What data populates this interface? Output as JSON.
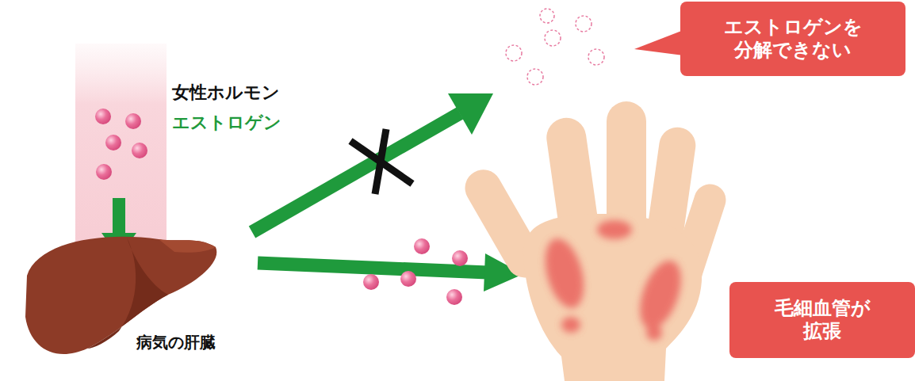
{
  "diagram": {
    "nodes": [
      {
        "text": [
          "エストロゲンを 分解できない"
        ]
      },
      {
        "text": [
          "毛細血管が 拡張"
        ]
      }
    ],
    "labels": [
      "女性ホルモン",
      "エストロゲン",
      "病気の肝臓"
    ]
  }
}
